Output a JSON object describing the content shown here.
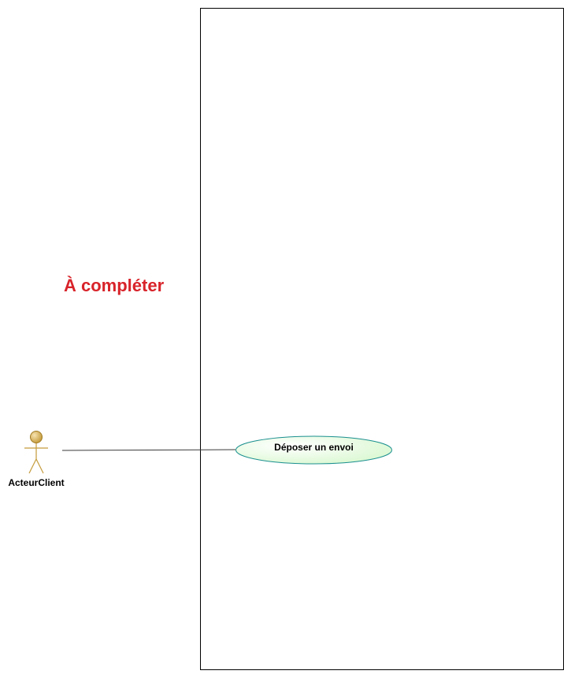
{
  "note": {
    "text": "À compléter",
    "color": "#d8232a"
  },
  "actor": {
    "name": "ActeurClient",
    "color": "#c49a3a"
  },
  "use_case": {
    "label": "Déposer un envoi",
    "fill_light": "#ffffff",
    "fill_dark": "#d9f8d0",
    "stroke": "#1a8f8f"
  },
  "system_boundary": {
    "stroke": "#000000"
  },
  "association": {
    "stroke": "#3a3a3a"
  }
}
